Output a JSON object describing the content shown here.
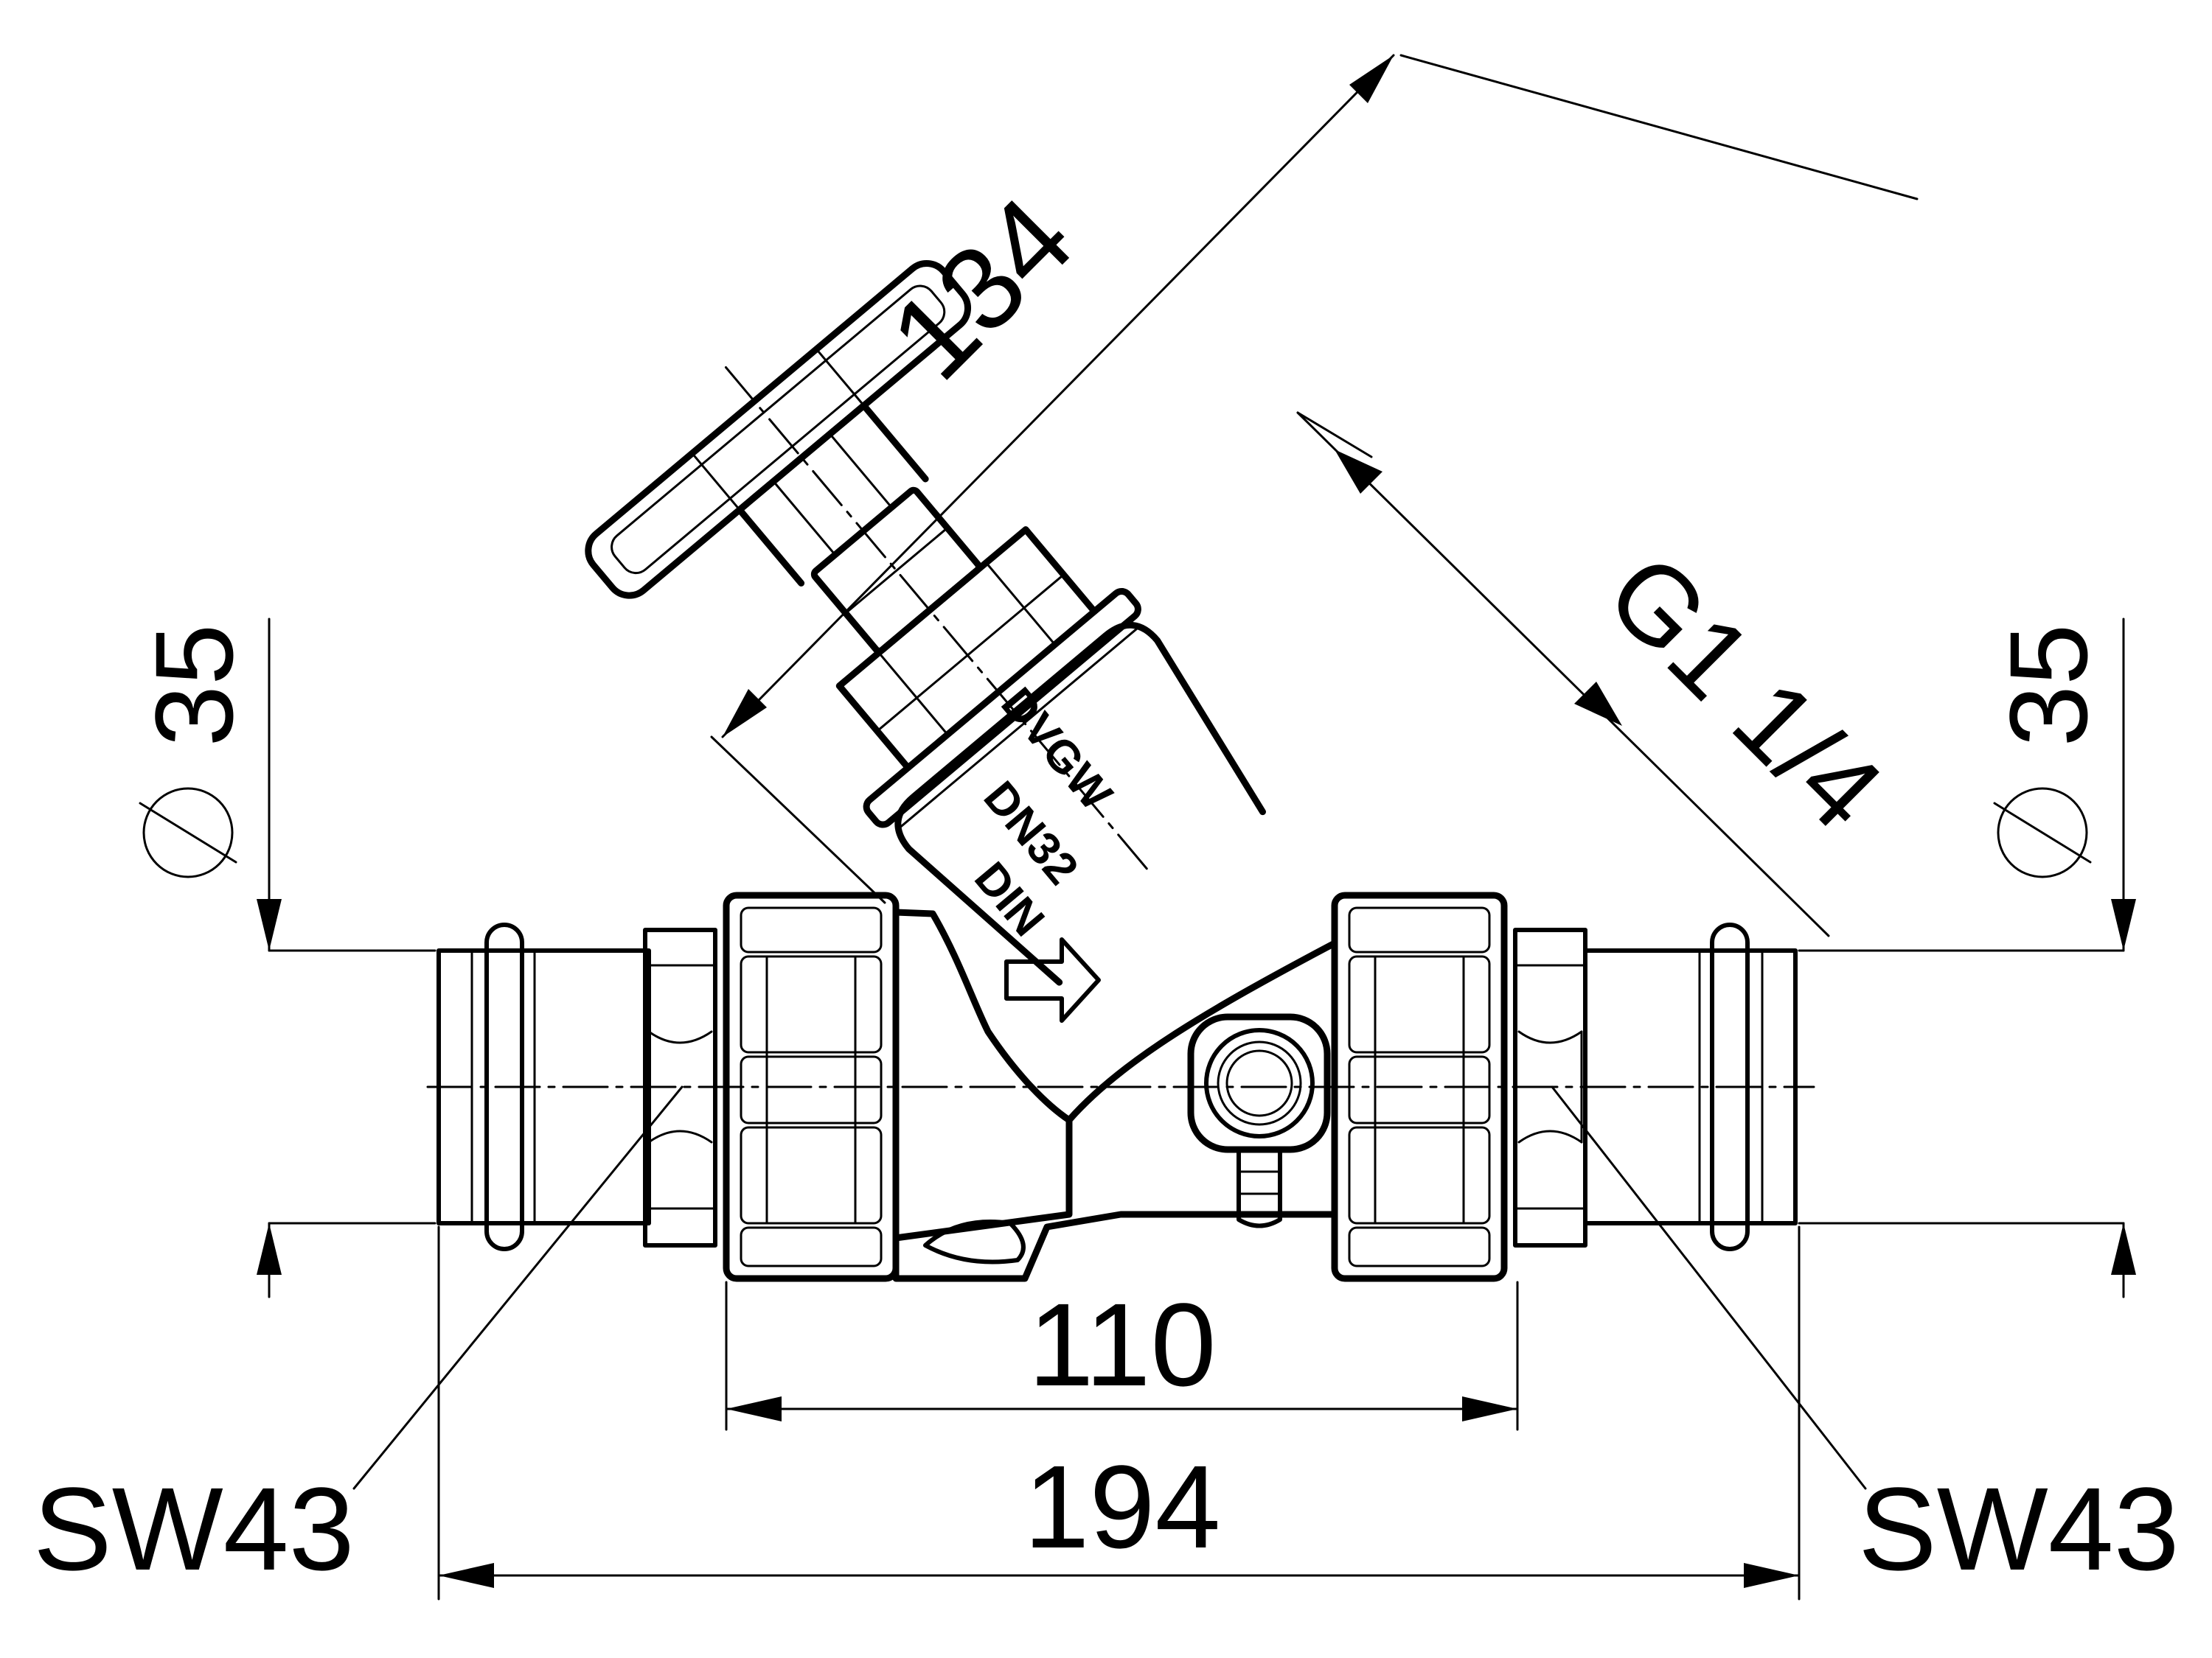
{
  "dimensions": {
    "diameter_left": "35",
    "diameter_right": "35",
    "width_between_nuts": "110",
    "overall_length": "194",
    "diagonal_height": "134",
    "thread": "G1 1/4",
    "wrench_left": "SW43",
    "wrench_right": "SW43"
  },
  "body_markings": [
    "DVGW",
    "DN32",
    "DIN"
  ],
  "colors": {
    "line": "#000000",
    "background": "#ffffff"
  }
}
